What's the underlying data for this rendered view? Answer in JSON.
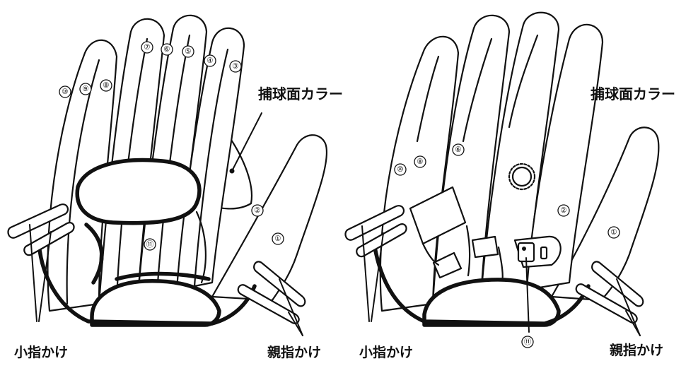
{
  "left_glove": {
    "label_catch_face": "捕球面カラー",
    "label_little_finger": "小指かけ",
    "label_thumb": "親指かけ",
    "part_numbers": [
      "⑩",
      "⑨",
      "⑧",
      "⑦",
      "⑥",
      "⑤",
      "④",
      "③",
      "②",
      "①",
      "⑪"
    ]
  },
  "right_glove": {
    "label_catch_face": "捕球面カラー",
    "label_little_finger": "小指かけ",
    "label_thumb": "親指かけ",
    "part_numbers": [
      "⑩",
      "⑧",
      "⑥",
      "②",
      "①",
      "⑪"
    ]
  }
}
